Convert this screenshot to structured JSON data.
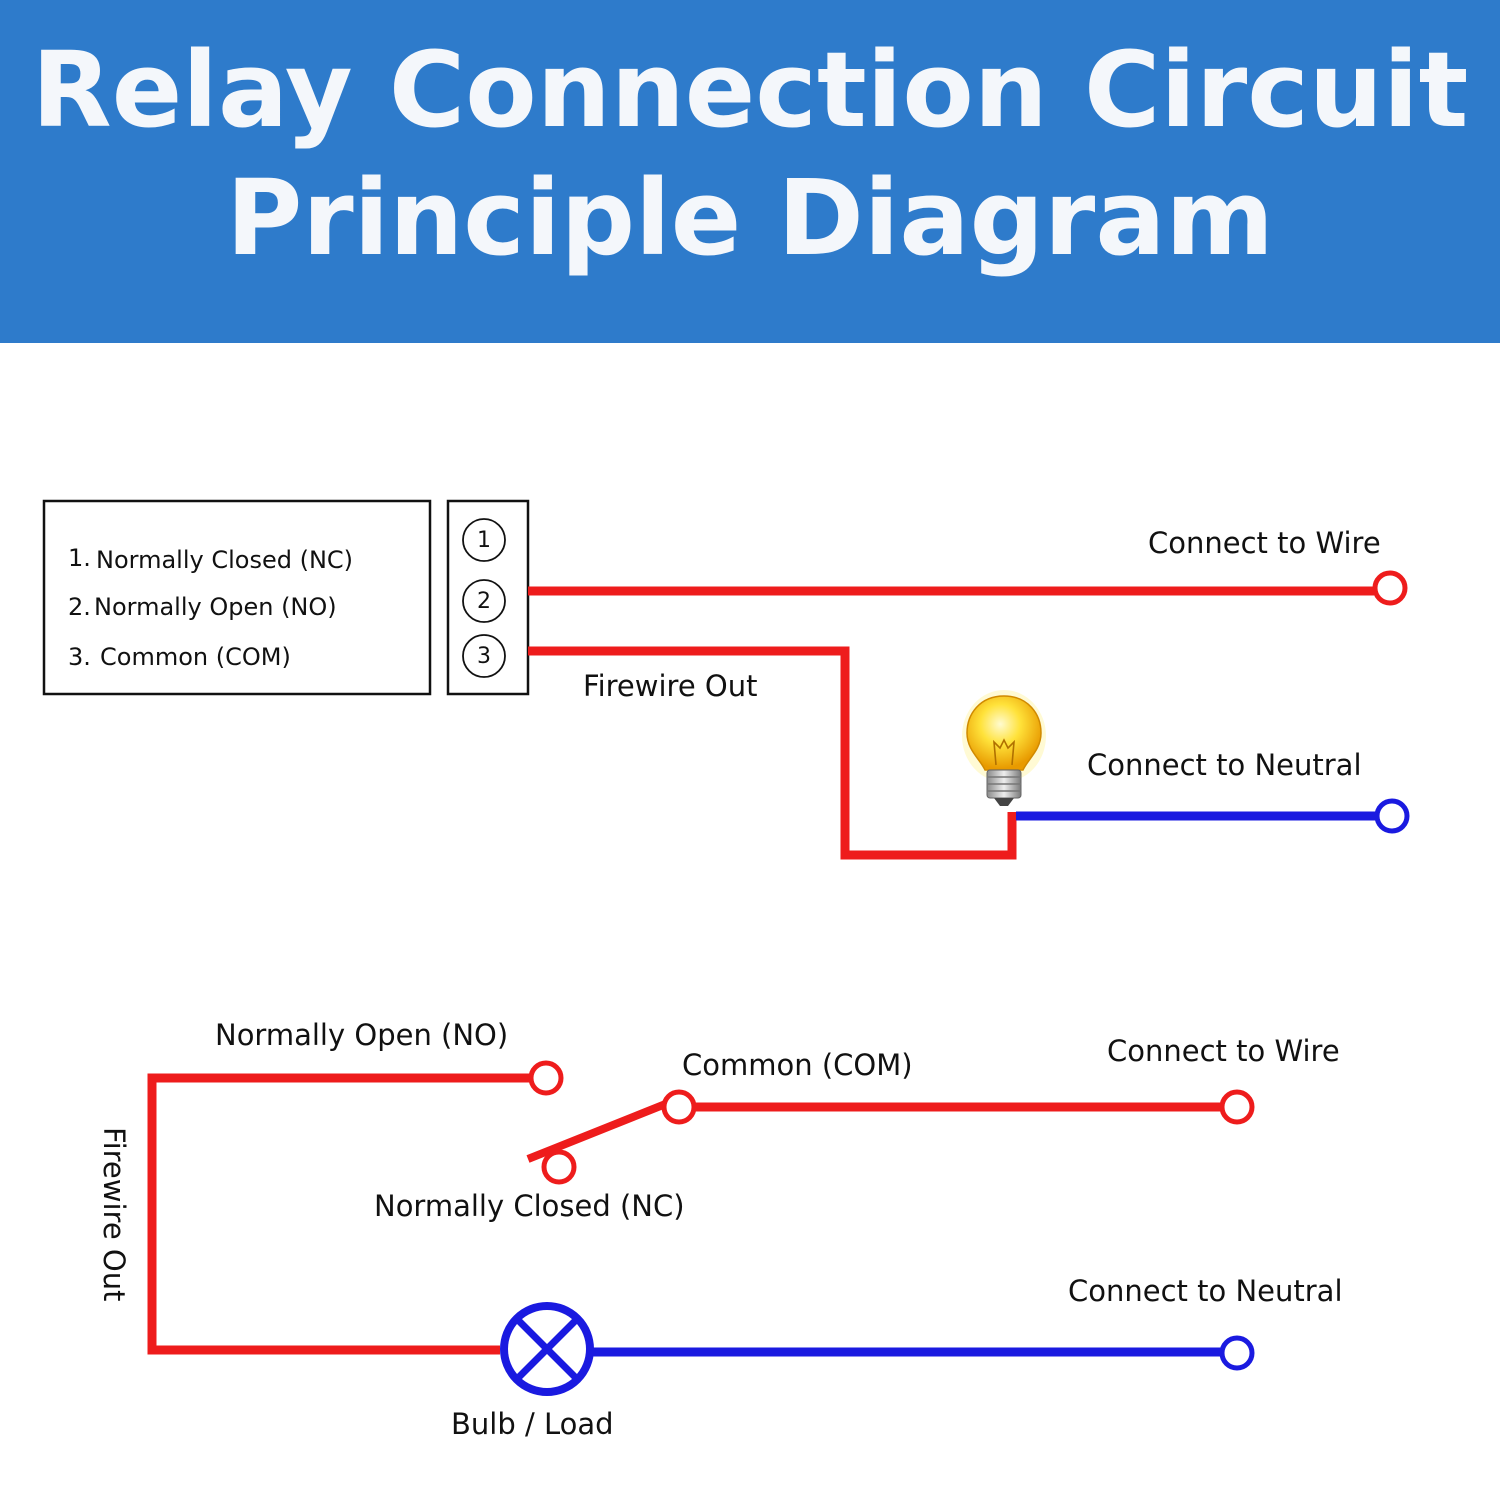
{
  "title": {
    "line1": "Relay Connection Circuit",
    "line2": "Principle Diagram"
  },
  "colors": {
    "header_bg": "#2e7bcb",
    "header_text": "#f4f7fb",
    "live_wire": "#ee1c1c",
    "neutral_wire": "#1a1ae0"
  },
  "legend": {
    "items": [
      {
        "num": "1.",
        "label": "Normally Closed (NC)"
      },
      {
        "num": "2.",
        "label": "Normally Open (NO)"
      },
      {
        "num": "3.",
        "label": "Common (COM)"
      }
    ],
    "terminals": [
      "1",
      "2",
      "3"
    ]
  },
  "top_circuit": {
    "connect_wire": "Connect to Wire",
    "firewire_out": "Firewire Out",
    "connect_neutral": "Connect to Neutral",
    "bulb_icon": "light-bulb-icon"
  },
  "bottom_circuit": {
    "normally_open": "Normally Open (NO)",
    "common": "Common (COM)",
    "connect_wire": "Connect to Wire",
    "normally_closed": "Normally Closed (NC)",
    "firewire_out": "Firewire Out",
    "connect_neutral": "Connect to Neutral",
    "bulb_load": "Bulb / Load",
    "lamp_icon": "lamp-symbol-icon"
  }
}
